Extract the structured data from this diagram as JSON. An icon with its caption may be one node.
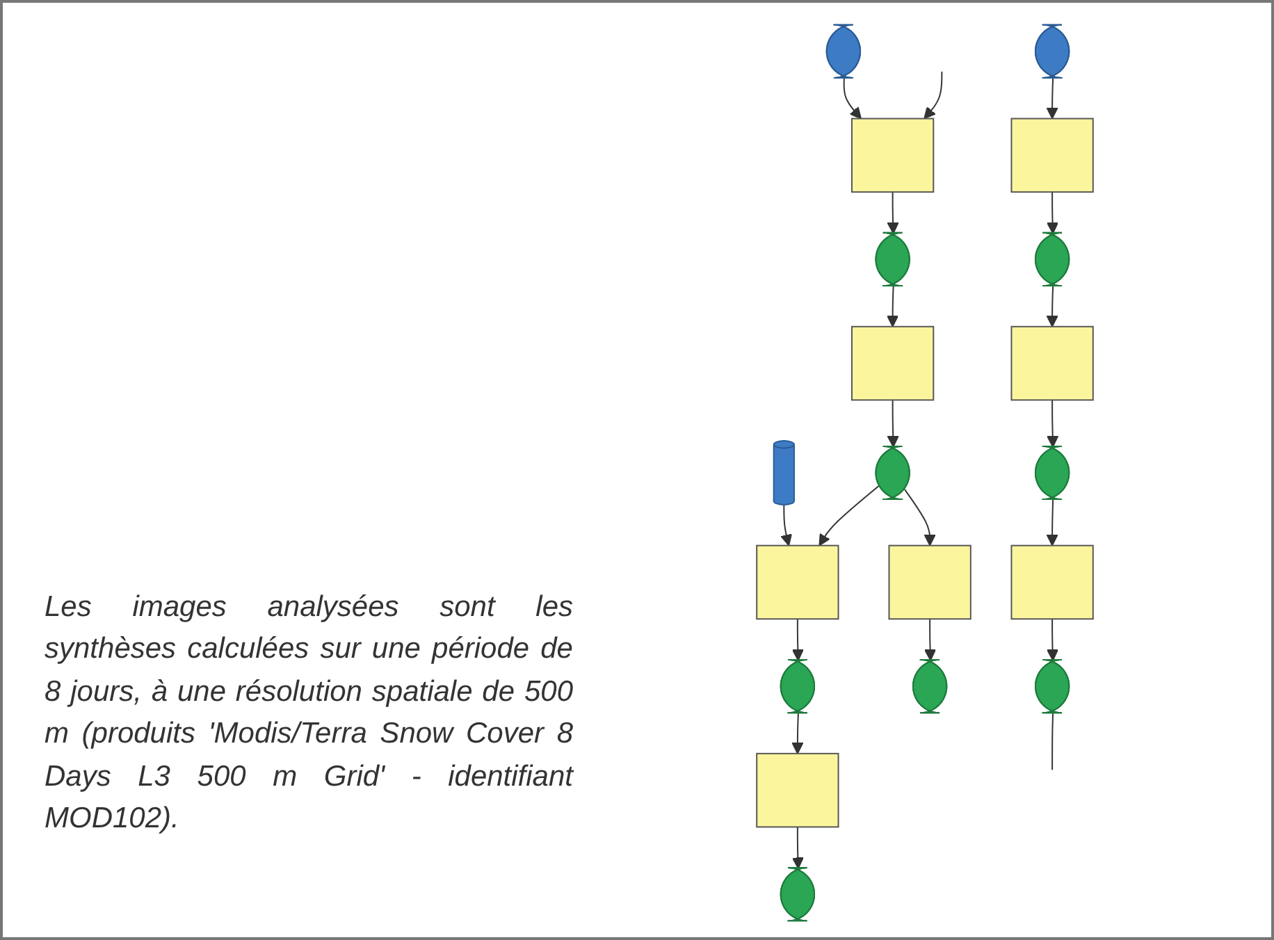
{
  "diagram": {
    "nodes": [
      {
        "text": [],
        "shape": "ellipse"
      },
      {
        "text": [],
        "shape": "box"
      },
      {
        "text": [],
        "shape": "ellipse"
      },
      {
        "text": [],
        "shape": "box"
      },
      {
        "text": [],
        "shape": "ellipse"
      },
      {
        "text": [],
        "shape": "box"
      },
      {
        "text": [],
        "shape": "ellipse"
      },
      {
        "text": [],
        "shape": "ellipse"
      },
      {
        "text": [],
        "shape": "box"
      },
      {
        "text": [],
        "shape": "ellipse"
      },
      {
        "text": [],
        "shape": "box"
      },
      {
        "text": [],
        "shape": "ellipse"
      },
      {
        "text": [],
        "shape": "cylinder"
      },
      {
        "text": [],
        "shape": "box"
      },
      {
        "text": [],
        "shape": "box"
      },
      {
        "text": [],
        "shape": "ellipse"
      },
      {
        "text": [],
        "shape": "ellipse"
      },
      {
        "text": [],
        "shape": "box"
      },
      {
        "text": [],
        "shape": "ellipse"
      }
    ],
    "edges": [
      {
        "from": 0,
        "to": 1,
        "arrow": "to"
      },
      {
        "from": 1,
        "to": 2,
        "arrow": "to"
      },
      {
        "from": 2,
        "to": 3,
        "arrow": "to"
      },
      {
        "from": 3,
        "to": 4,
        "arrow": "to"
      },
      {
        "from": 4,
        "to": 5,
        "arrow": "to"
      },
      {
        "from": 5,
        "to": 6,
        "arrow": "to"
      },
      {
        "from": 6,
        "to": null,
        "arrow": "none"
      },
      {
        "from": null,
        "to": 8,
        "arrow": "to"
      },
      {
        "from": 7,
        "to": 8,
        "arrow": "to"
      },
      {
        "from": 8,
        "to": 9,
        "arrow": "to"
      },
      {
        "from": 9,
        "to": 10,
        "arrow": "to"
      },
      {
        "from": 10,
        "to": 11,
        "arrow": "to"
      },
      {
        "from": 11,
        "to": 13,
        "arrow": "to"
      },
      {
        "from": 11,
        "to": 14,
        "arrow": "to"
      },
      {
        "from": 12,
        "to": 13,
        "arrow": "to"
      },
      {
        "from": 13,
        "to": 16,
        "arrow": "to"
      },
      {
        "from": 14,
        "to": 15,
        "arrow": "to"
      },
      {
        "from": 16,
        "to": 17,
        "arrow": "to"
      },
      {
        "from": 17,
        "to": 18,
        "arrow": "to"
      }
    ],
    "labels": [
      "Les images analysées sont les synthèses calculées sur une période de 8 jours, à une résolution spatiale de 500 m (produits 'Modis/Terra Snow Cover 8 Days L3 500 m Grid' - identifiant MOD102)."
    ]
  }
}
